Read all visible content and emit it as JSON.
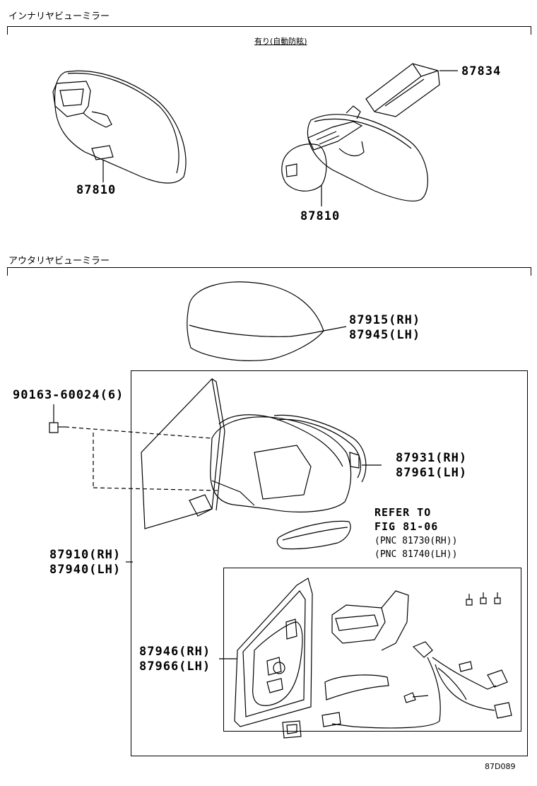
{
  "inner_section": {
    "title": "インナリヤビューミラー",
    "variant_label": "有り(自動防眩)",
    "parts": [
      "87810",
      "87810",
      "87834"
    ]
  },
  "outer_section": {
    "title": "アウタリヤビューミラー",
    "cover": {
      "rh": "87915(RH)",
      "lh": "87945(LH)"
    },
    "screw": "90163-60024(6)",
    "housing": {
      "rh": "87931(RH)",
      "lh": "87961(LH)"
    },
    "refer": {
      "line1": "REFER TO",
      "line2": "FIG 81-06",
      "line3": "(PNC 81730(RH))",
      "line4": "(PNC 81740(LH))"
    },
    "assembly": {
      "rh": "87910(RH)",
      "lh": "87940(LH)"
    },
    "inner_assembly": {
      "rh": "87946(RH)",
      "lh": "87966(LH)"
    }
  },
  "figure_code": "87D089"
}
